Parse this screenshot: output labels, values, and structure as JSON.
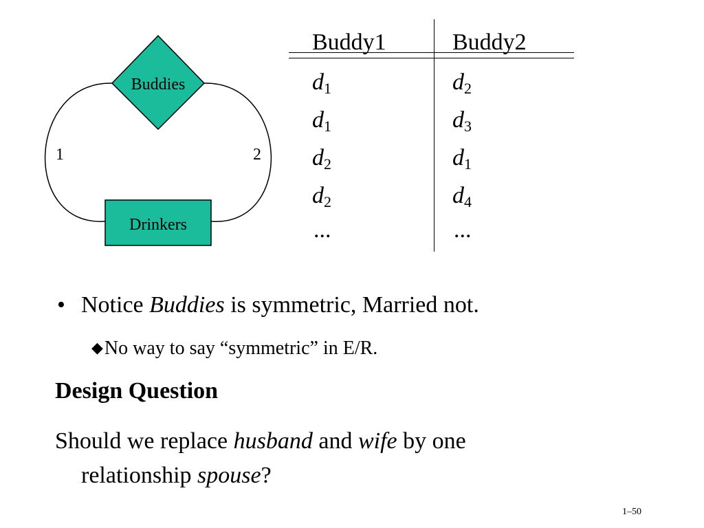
{
  "diagram": {
    "relationship_label": "Buddies",
    "entity_label": "Drinkers",
    "role_left": "1",
    "role_right": "2",
    "fill_color": "#1abc9c"
  },
  "table": {
    "headers": [
      "Buddy1",
      "Buddy2"
    ],
    "rows": [
      [
        {
          "v": "d",
          "s": "1"
        },
        {
          "v": "d",
          "s": "2"
        }
      ],
      [
        {
          "v": "d",
          "s": "1"
        },
        {
          "v": "d",
          "s": "3"
        }
      ],
      [
        {
          "v": "d",
          "s": "2"
        },
        {
          "v": "d",
          "s": "1"
        }
      ],
      [
        {
          "v": "d",
          "s": "2"
        },
        {
          "v": "d",
          "s": "4"
        }
      ]
    ],
    "ellipsis": "..."
  },
  "text": {
    "bullet1_bullet": "•",
    "bullet1_prefix": "Notice ",
    "bullet1_em": "Buddies",
    "bullet1_suffix": " is symmetric, Married not.",
    "sub_bullet_icon": "◆",
    "sub_bullet": "No way to say “symmetric” in E/R.",
    "heading": "Design Question",
    "q_part1": "Should we replace ",
    "q_em1": "husband",
    "q_part2": " and ",
    "q_em2": "wife",
    "q_part3": " by one",
    "q_part4": "relationship ",
    "q_em3": "spouse",
    "q_part5": "?",
    "page_number": "1–50"
  }
}
